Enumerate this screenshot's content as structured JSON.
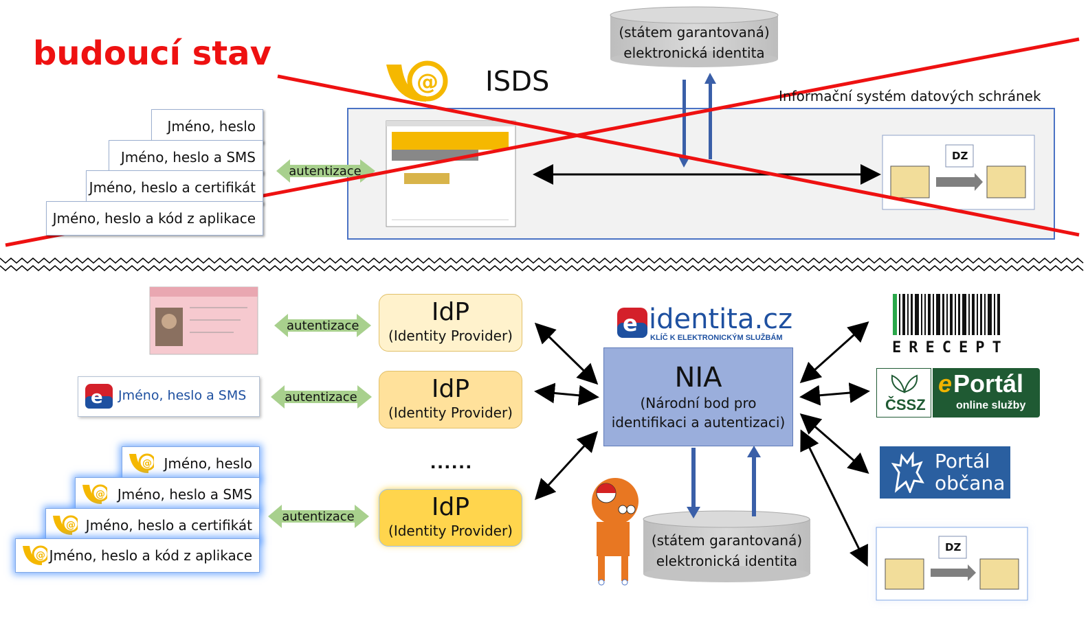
{
  "header": {
    "title": "budoucí stav"
  },
  "isds": {
    "title": "ISDS",
    "subtitle": "Informační systém datových schránek",
    "dz_label": "DZ"
  },
  "identity_top": {
    "line1": "(státem garantovaná)",
    "line2": "elektronická identita"
  },
  "identity_bottom": {
    "line1": "(státem garantovaná)",
    "line2": "elektronická identita"
  },
  "top_credentials": [
    "Jméno, heslo",
    "Jméno, heslo a SMS",
    "Jméno, heslo a certifikát",
    "Jméno, heslo a kód z aplikace"
  ],
  "bottom_credentials": [
    "Jméno, heslo",
    "Jméno, heslo a SMS",
    "Jméno, heslo a certifikát",
    "Jméno, heslo a kód z aplikace"
  ],
  "auth_label": "autentizace",
  "sms_login": "Jméno, heslo a SMS",
  "idp": {
    "title": "IdP",
    "subtitle": "(Identity Provider)"
  },
  "ellipsis": "......",
  "nia": {
    "title": "NIA",
    "line1": "(Národní bod pro",
    "line2": "identifikaci a autentizaci)"
  },
  "eidentita": {
    "brand": "identita.cz",
    "tagline": "KLÍČ K ELEKTRONICKÝM SLUŽBÁM"
  },
  "erecept": "ERECEPT",
  "eportal": {
    "left": "ČSSZ",
    "brand_e": "e",
    "brand_rest": "Portál",
    "sub": "online služby"
  },
  "portal_obcana": {
    "line1": "Portál",
    "line2": "občana"
  },
  "dz_bottom": "DZ",
  "colors": {
    "red": "#ee1111",
    "nia_blue": "#9aaedc",
    "isds_border": "#4a72c4",
    "arrow_green": "#a8d08d"
  }
}
